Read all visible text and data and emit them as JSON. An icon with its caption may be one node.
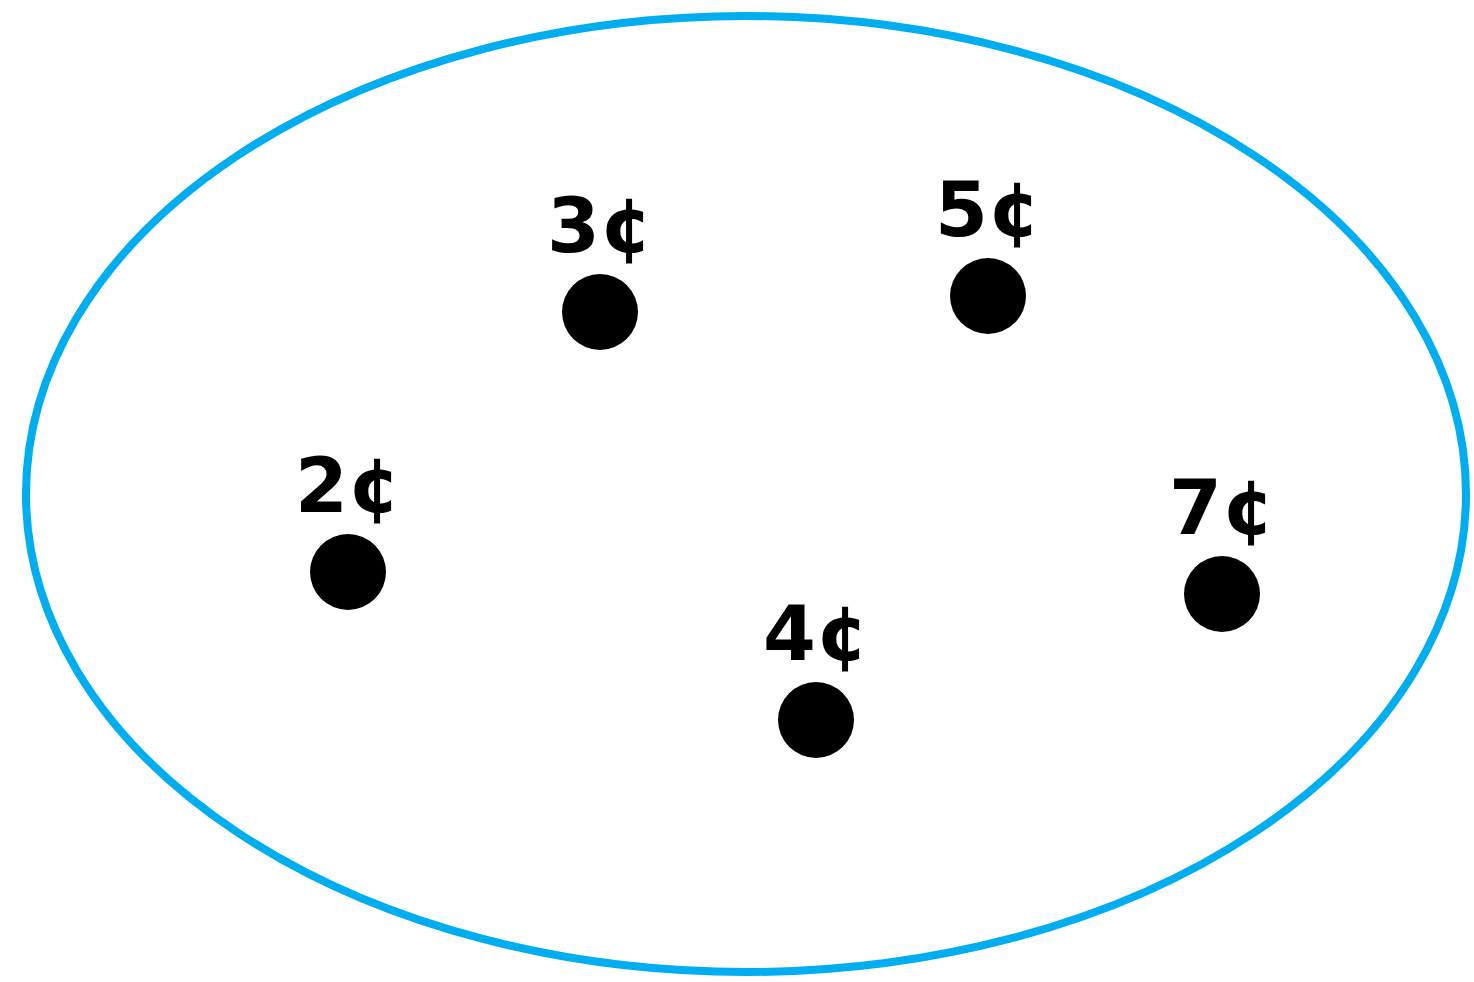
{
  "diagram": {
    "nodes": [
      {
        "text": [],
        "shape": "ellipse"
      },
      {
        "text": [],
        "shape": "circle",
        "beside": [
          "3¢"
        ],
        "in": 0
      },
      {
        "text": [],
        "shape": "circle",
        "beside": [
          "5¢"
        ],
        "in": 0
      },
      {
        "text": [],
        "shape": "circle",
        "beside": [
          "2¢"
        ],
        "in": 0
      },
      {
        "text": [],
        "shape": "circle",
        "beside": [
          "7¢"
        ],
        "in": 0
      },
      {
        "text": [],
        "shape": "circle",
        "beside": [
          "4¢"
        ],
        "in": 0
      }
    ]
  }
}
